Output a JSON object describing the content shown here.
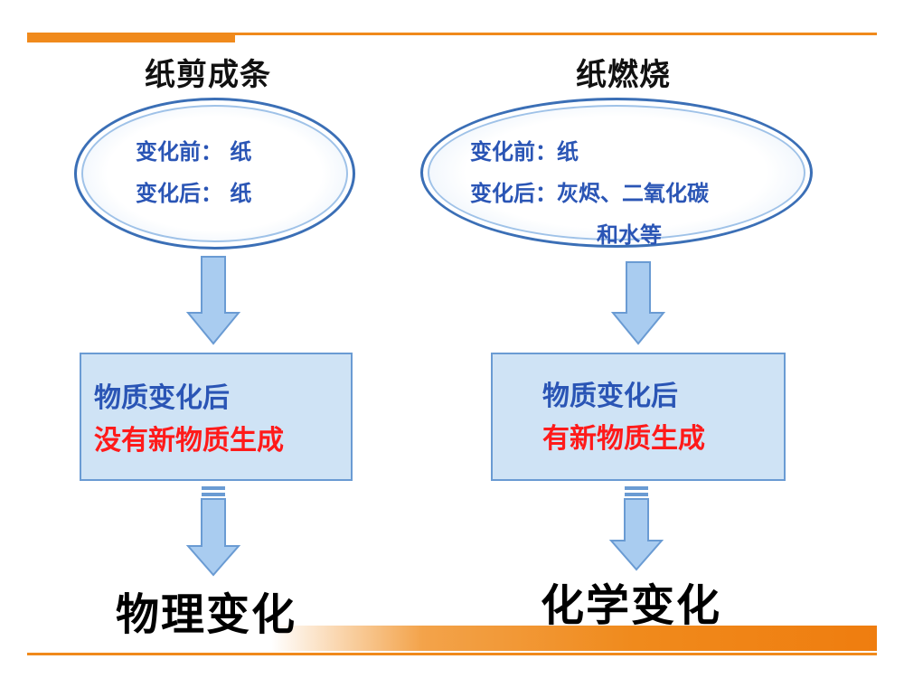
{
  "left": {
    "title": "纸剪成条",
    "before": "变化前：  纸",
    "after": "变化后：  纸",
    "box_line1": "物质变化后",
    "box_line2": "没有新物质生成",
    "result": "物理变化"
  },
  "right": {
    "title": "纸燃烧",
    "before": "变化前：纸",
    "after": "变化后：灰烬、二氧化碳",
    "after_cont": "和水等",
    "box_line1": "物质变化后",
    "box_line2": "有新物质生成",
    "result": "化学变化"
  },
  "colors": {
    "accent": "#f08a1c",
    "text_blue": "#2a55b5",
    "text_red": "#ff1a1a",
    "box_fill": "#cfe3f5",
    "arrow_fill": "#a9ccf0"
  }
}
